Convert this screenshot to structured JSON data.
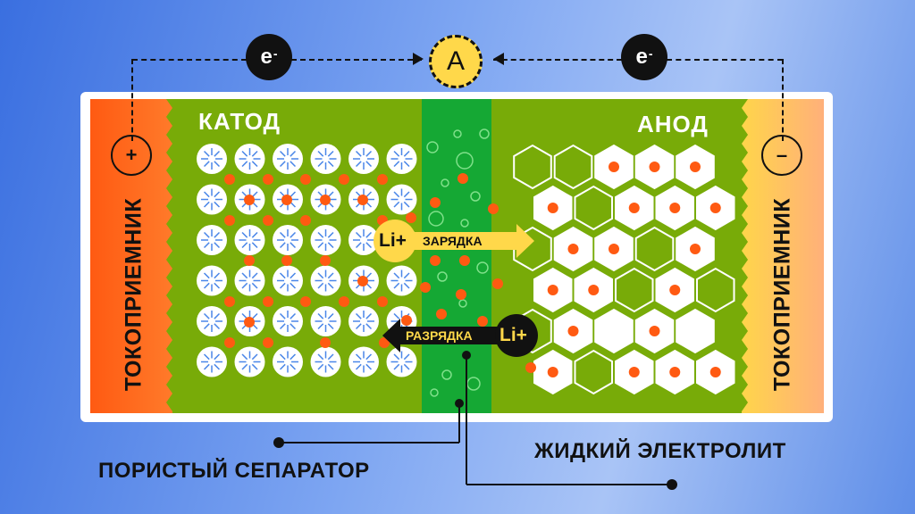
{
  "diagram": {
    "cathode_label": "КАТОД",
    "anode_label": "АНОД",
    "left_collector_label": "ТОКОПРИЕМНИК",
    "right_collector_label": "ТОКОПРИЕМНИК",
    "plus_sign": "+",
    "minus_sign": "–",
    "electron_left": "e",
    "electron_right": "e",
    "electron_sup": "-",
    "ammeter_label": "A",
    "charge_ion": "Li+",
    "charge_label": "ЗАРЯДКА",
    "discharge_ion": "Li+",
    "discharge_label": "РАЗРЯДКА",
    "separator_caption": "ПОРИСТЫЙ СЕПАРАТОР",
    "electrolyte_caption": "ЖИДКИЙ ЭЛЕКТРОЛИТ"
  },
  "colors": {
    "electrolyte_green": "#78ab08",
    "separator_green": "#15a834",
    "ion_orange": "#ff5a12",
    "ion_yellow": "#ffd84a",
    "dark": "#111111"
  }
}
